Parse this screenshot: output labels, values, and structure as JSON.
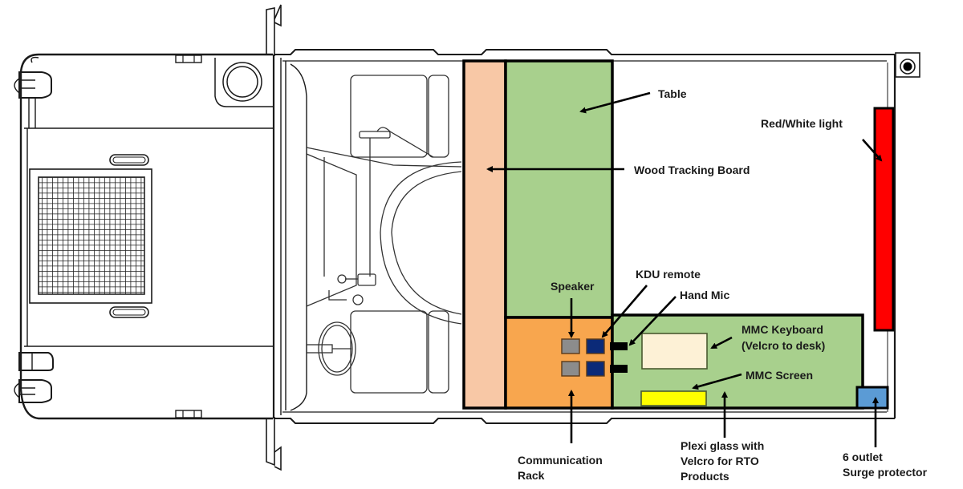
{
  "title": "Vehicle interior layout (top view)",
  "colors": {
    "wood_board": "#f8c8a6",
    "table": "#a8d08d",
    "comm_rack": "#f8a64e",
    "speaker": "#8c8c8c",
    "kdu_remote": "#0b2a78",
    "hand_mic": "#000000",
    "keyboard": "#fdf1d6",
    "screen": "#ffff00",
    "red_light": "#ff0000",
    "surge_protector": "#5b9bd5"
  },
  "labels": {
    "table": "Table",
    "wood_tracking_board": "Wood Tracking Board",
    "red_white_light": "Red/White light",
    "kdu_remote": "KDU remote",
    "speaker": "Speaker",
    "hand_mic": "Hand Mic",
    "mmc_keyboard_line1": "MMC Keyboard",
    "mmc_keyboard_line2": "(Velcro to desk)",
    "mmc_screen": "MMC Screen",
    "communication_rack_line1": "Communication",
    "communication_rack_line2": "Rack",
    "plexi_line1": "Plexi glass with",
    "plexi_line2": "Velcro for RTO",
    "plexi_line3": "Products",
    "surge_line1": "6 outlet",
    "surge_line2": "Surge protector"
  }
}
